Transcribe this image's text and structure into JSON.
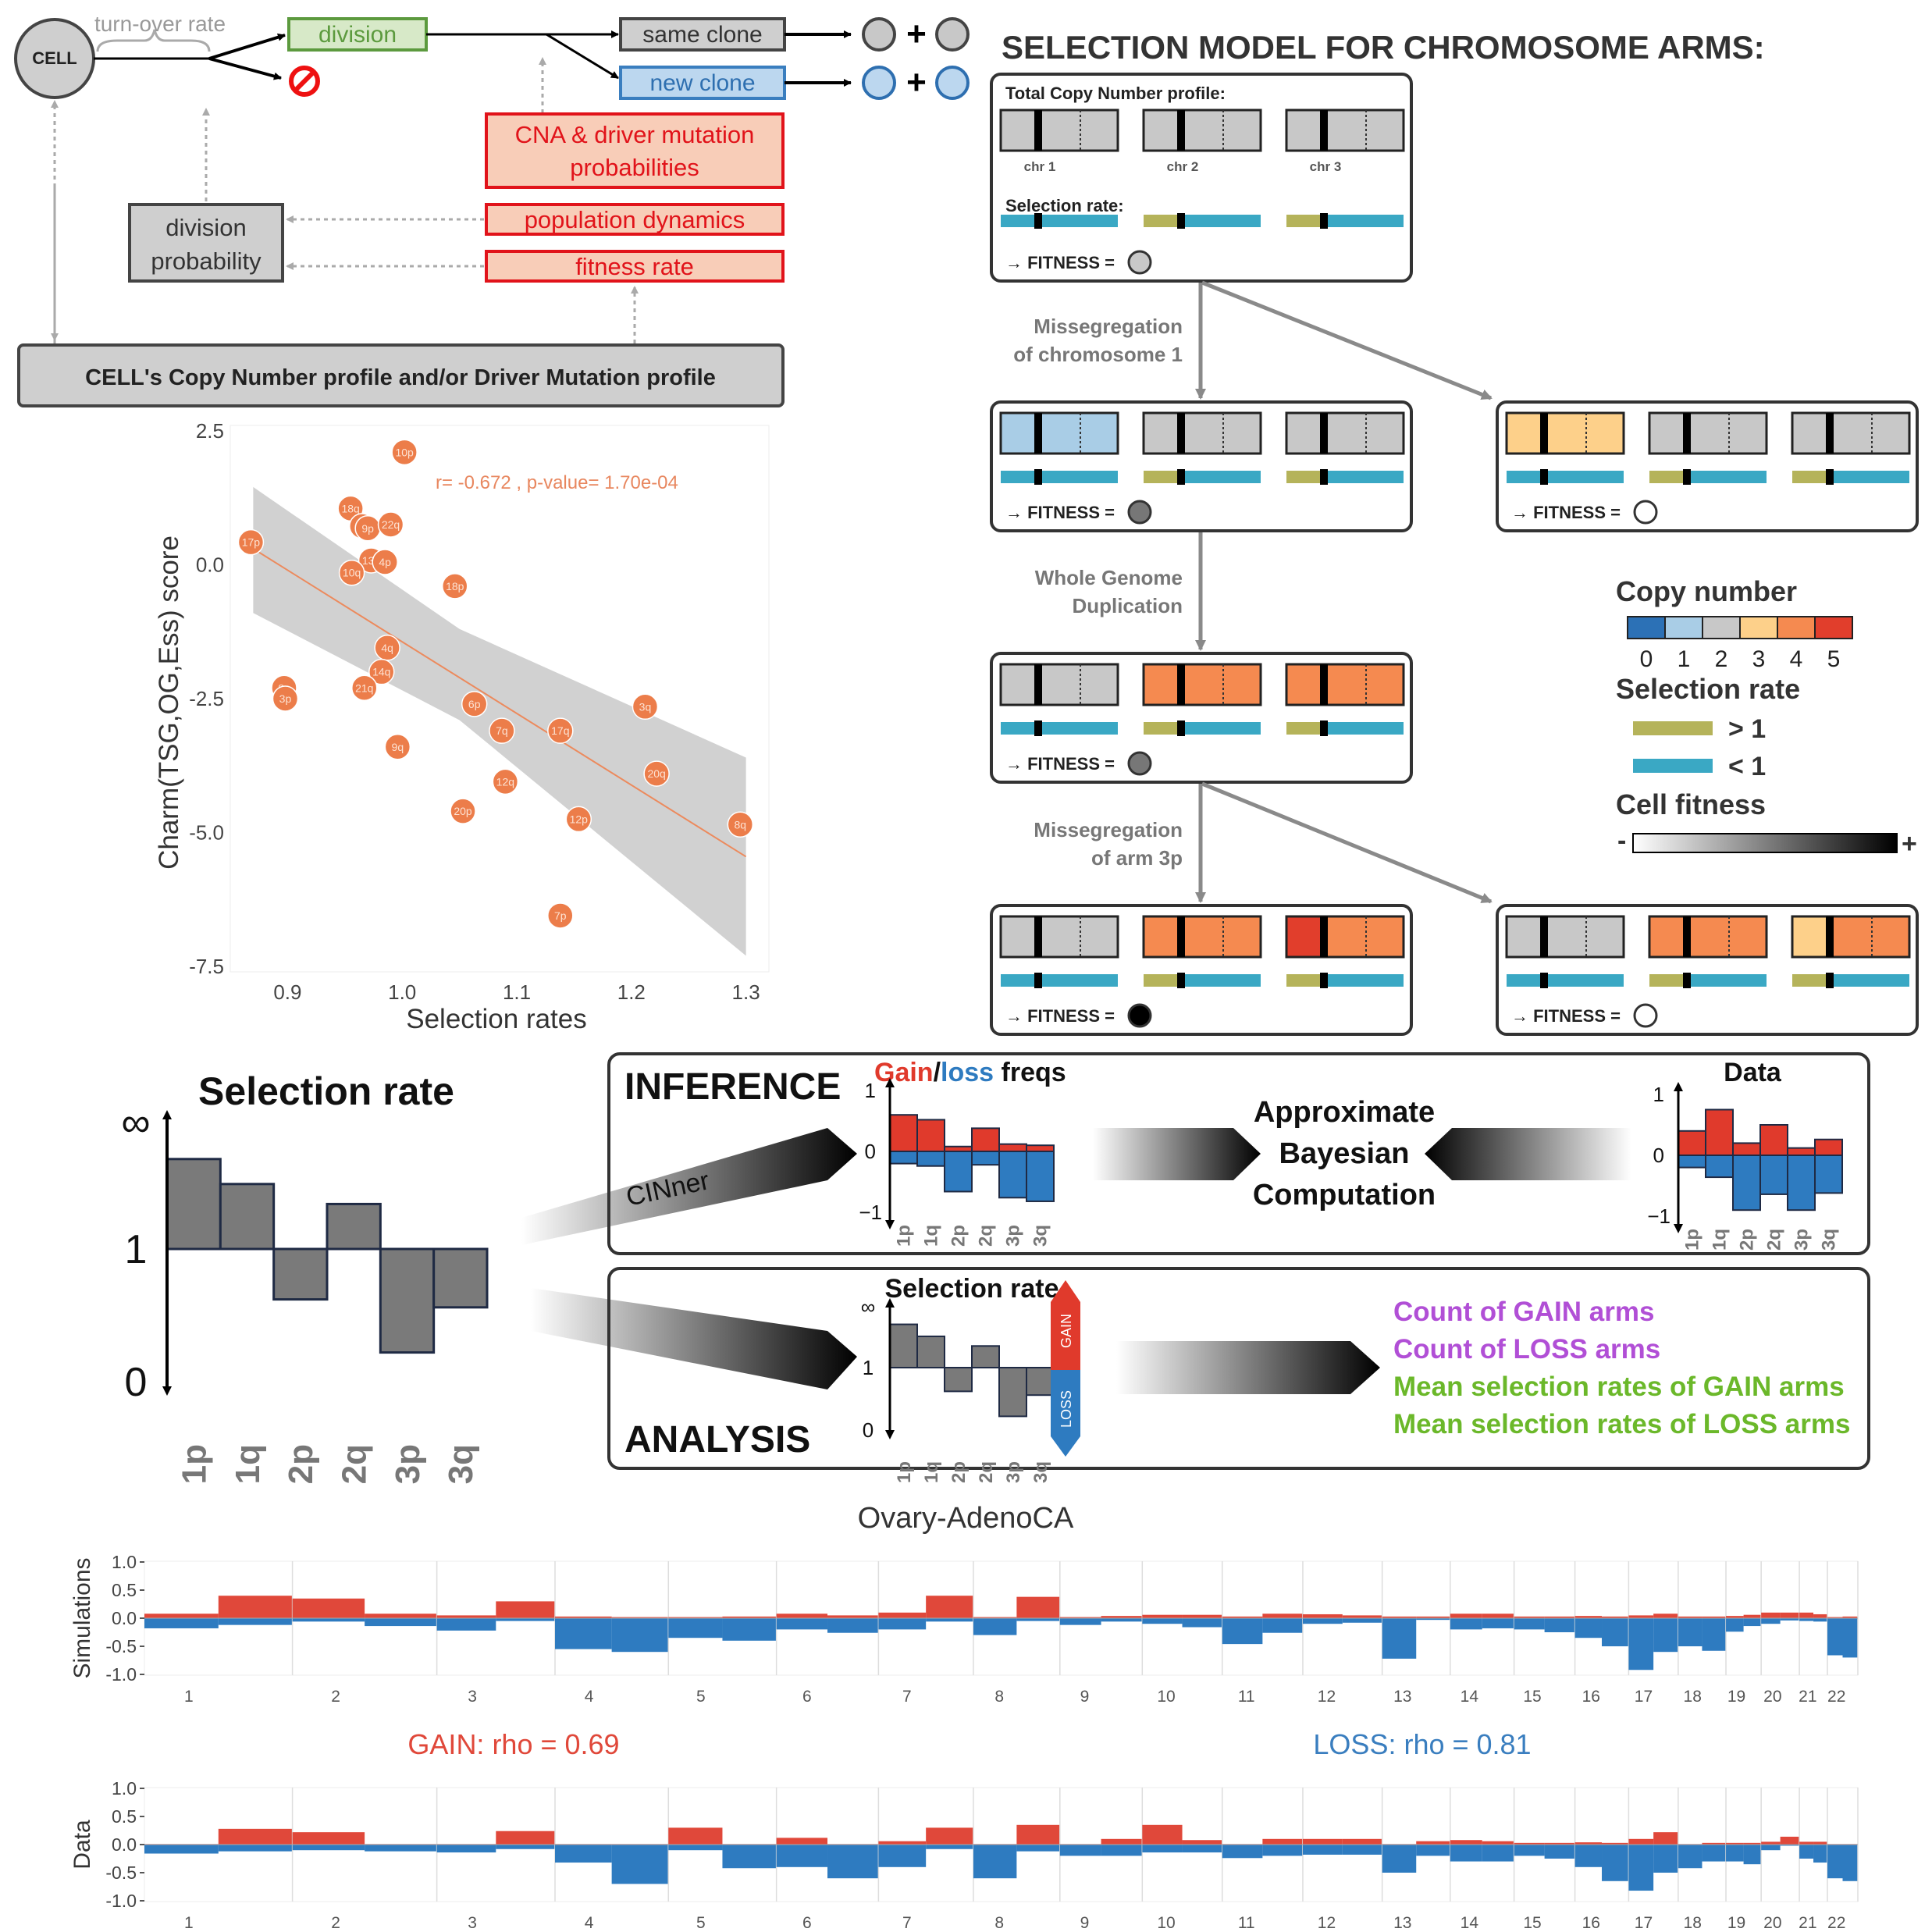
{
  "colors": {
    "red": "#e03a2c",
    "blue": "#2e7bc0",
    "gray": "#c8c8c8",
    "teal": "#3aa8c4",
    "olive": "#b5b35a",
    "green": "#6aa84f",
    "purple": "#b14fd6",
    "lime": "#6bb82a",
    "cn": [
      "#2c71b6",
      "#a9cde6",
      "#c8c8c8",
      "#fdd08a",
      "#f58a50",
      "#e13e2c"
    ]
  },
  "flow": {
    "cell": "CELL",
    "turnover": "turn-over rate",
    "division": "division",
    "same_clone": "same clone",
    "new_clone": "new clone",
    "plus": "+",
    "cna_line1": "CNA & driver mutation",
    "cna_line2": "probabilities",
    "population": "population dynamics",
    "fitness_rate": "fitness rate",
    "divprob_line1": "division",
    "divprob_line2": "probability",
    "profile": "CELL's Copy Number profile and/or Driver Mutation profile",
    "stop_icon": "no-entry-icon"
  },
  "model": {
    "title": "SELECTION MODEL FOR CHROMOSOME ARMS:",
    "total_cn": "Total Copy Number profile:",
    "chr_labels": [
      "chr 1",
      "chr 2",
      "chr 3"
    ],
    "sel_rate": "Selection rate:",
    "fitness": "→ FITNESS =",
    "step1_a": "Missegregation",
    "step1_b": "of chromosome 1",
    "step2_a": "Whole Genome",
    "step2_b": "Duplication",
    "step3_a": "Missegregation",
    "step3_b": "of arm 3p",
    "states": [
      {
        "cn": [
          [
            2,
            2
          ],
          [
            2,
            2
          ],
          [
            2,
            2
          ]
        ],
        "fitness": "mid"
      },
      {
        "cn": [
          [
            1,
            1
          ],
          [
            2,
            2
          ],
          [
            2,
            2
          ]
        ],
        "fitness": "dark"
      },
      {
        "cn": [
          [
            3,
            3
          ],
          [
            2,
            2
          ],
          [
            2,
            2
          ]
        ],
        "fitness": "white"
      },
      {
        "cn": [
          [
            2,
            2
          ],
          [
            4,
            4
          ],
          [
            4,
            4
          ]
        ],
        "fitness": "dark"
      },
      {
        "cn": [
          [
            2,
            2
          ],
          [
            4,
            4
          ],
          [
            5,
            4
          ]
        ],
        "fitness": "black"
      },
      {
        "cn": [
          [
            2,
            2
          ],
          [
            4,
            4
          ],
          [
            3,
            4
          ]
        ],
        "fitness": "white"
      }
    ]
  },
  "legend": {
    "cn_title": "Copy number",
    "cn_values": [
      "0",
      "1",
      "2",
      "3",
      "4",
      "5"
    ],
    "sel_title": "Selection rate",
    "gt": "> 1",
    "lt": "< 1",
    "fit_title": "Cell fitness",
    "minus": "-",
    "plus": "+"
  },
  "scatter": {
    "type": "scatter",
    "xlabel": "Selection rates",
    "ylabel": "Charm(TSG,OG,Ess) score",
    "annotation": "r= -0.672 , p-value= 1.70e-04",
    "x_ticks": [
      "0.9",
      "1.0",
      "1.1",
      "1.2",
      "1.3"
    ],
    "y_ticks": [
      "2.5",
      "0.0",
      "-2.5",
      "-5.0",
      "-7.5"
    ],
    "xlim": [
      0.85,
      1.32
    ],
    "ylim": [
      -7.6,
      2.6
    ],
    "points": [
      {
        "label": "10p",
        "x": 1.002,
        "y": 2.1
      },
      {
        "label": "18q",
        "x": 0.955,
        "y": 1.05
      },
      {
        "label": "6q",
        "x": 0.965,
        "y": 0.72
      },
      {
        "label": "9p",
        "x": 0.97,
        "y": 0.68
      },
      {
        "label": "22q",
        "x": 0.99,
        "y": 0.75
      },
      {
        "label": "17p",
        "x": 0.868,
        "y": 0.42
      },
      {
        "label": "13q",
        "x": 0.973,
        "y": 0.08
      },
      {
        "label": "4p",
        "x": 0.985,
        "y": 0.05
      },
      {
        "label": "10q",
        "x": 0.956,
        "y": -0.15
      },
      {
        "label": "18p",
        "x": 1.046,
        "y": -0.4
      },
      {
        "label": "4q",
        "x": 0.987,
        "y": -1.55
      },
      {
        "label": "14q",
        "x": 0.982,
        "y": -2.0
      },
      {
        "label": "21q",
        "x": 0.967,
        "y": -2.3
      },
      {
        "label": "8p",
        "x": 0.897,
        "y": -2.3
      },
      {
        "label": "3p",
        "x": 0.898,
        "y": -2.5
      },
      {
        "label": "6p",
        "x": 1.063,
        "y": -2.6
      },
      {
        "label": "7q",
        "x": 1.087,
        "y": -3.1
      },
      {
        "label": "17q",
        "x": 1.138,
        "y": -3.1
      },
      {
        "label": "3q",
        "x": 1.212,
        "y": -2.65
      },
      {
        "label": "9q",
        "x": 0.996,
        "y": -3.4
      },
      {
        "label": "12q",
        "x": 1.09,
        "y": -4.05
      },
      {
        "label": "20q",
        "x": 1.222,
        "y": -3.9
      },
      {
        "label": "20p",
        "x": 1.053,
        "y": -4.6
      },
      {
        "label": "12p",
        "x": 1.154,
        "y": -4.75
      },
      {
        "label": "8q",
        "x": 1.295,
        "y": -4.85
      },
      {
        "label": "7p",
        "x": 1.138,
        "y": -6.55
      }
    ],
    "fit": {
      "x": [
        0.87,
        1.3
      ],
      "y": [
        0.3,
        -5.45
      ]
    },
    "band_upper": [
      [
        0.87,
        1.45
      ],
      [
        1.05,
        -1.2
      ],
      [
        1.3,
        -3.6
      ]
    ],
    "band_lower": [
      [
        0.87,
        -0.9
      ],
      [
        1.05,
        -2.9
      ],
      [
        1.3,
        -7.3
      ]
    ]
  },
  "selrate": {
    "title": "Selection rate",
    "axis": [
      "∞",
      "1",
      "0"
    ],
    "categories": [
      "1p",
      "1q",
      "2p",
      "2q",
      "3p",
      "3q"
    ],
    "values": [
      1.72,
      1.52,
      0.62,
      1.36,
      0.22,
      0.56
    ]
  },
  "inference": {
    "title": "INFERENCE",
    "cinner": "CINner",
    "gain_word": "Gain",
    "slash": "/",
    "loss_word": "loss",
    "freqs_word": " freqs",
    "abc_1": "Approximate",
    "abc_2": "Bayesian",
    "abc_3": "Computation",
    "data_title": "Data",
    "axis": [
      "1",
      "0",
      "−1"
    ],
    "categories": [
      "1p",
      "1q",
      "2p",
      "2q",
      "3p",
      "3q"
    ],
    "sim_gain": [
      0.6,
      0.52,
      0.08,
      0.38,
      0.12,
      0.1
    ],
    "sim_loss": [
      -0.2,
      -0.24,
      -0.66,
      -0.22,
      -0.76,
      -0.82
    ],
    "data_gain": [
      0.4,
      0.75,
      0.2,
      0.5,
      0.12,
      0.26
    ],
    "data_loss": [
      -0.2,
      -0.36,
      -0.9,
      -0.64,
      -0.9,
      -0.62
    ]
  },
  "analysis": {
    "title": "ANALYSIS",
    "sel_title": "Selection rate",
    "axis": [
      "∞",
      "1",
      "0"
    ],
    "categories": [
      "1p",
      "1q",
      "2p",
      "2q",
      "3p",
      "3q"
    ],
    "values": [
      1.72,
      1.52,
      0.62,
      1.36,
      0.22,
      0.56
    ],
    "gain_tag": "GAIN",
    "loss_tag": "LOSS",
    "outputs": [
      {
        "text": "Count of GAIN arms",
        "color": "#b14fd6"
      },
      {
        "text": "Count of LOSS arms",
        "color": "#b14fd6"
      },
      {
        "text": "Mean selection rates of GAIN arms",
        "color": "#6bb82a"
      },
      {
        "text": "Mean selection rates of LOSS arms",
        "color": "#6bb82a"
      }
    ]
  },
  "genome": {
    "title": "Ovary-AdenoCA",
    "sim_label": "Simulations",
    "data_label": "Data",
    "gain_rho": "GAIN: rho = 0.69",
    "loss_rho": "LOSS: rho = 0.81",
    "y_ticks": [
      "1.0",
      "0.5",
      "0.0",
      "-0.5",
      "-1.0"
    ],
    "chromosomes": [
      "1",
      "2",
      "3",
      "4",
      "5",
      "6",
      "7",
      "8",
      "9",
      "10",
      "11",
      "12",
      "13",
      "14",
      "15",
      "16",
      "17",
      "18",
      "19",
      "20",
      "21",
      "22"
    ],
    "chrom_weights": [
      248,
      242,
      198,
      190,
      181,
      171,
      159,
      145,
      138,
      134,
      135,
      133,
      114,
      107,
      102,
      90,
      83,
      80,
      59,
      64,
      47,
      51
    ],
    "sim_gain": [
      [
        0.08,
        0.4
      ],
      [
        0.35,
        0.08
      ],
      [
        0.05,
        0.3
      ],
      [
        0.03,
        0.02
      ],
      [
        0.02,
        0.03
      ],
      [
        0.08,
        0.05
      ],
      [
        0.1,
        0.4
      ],
      [
        0.02,
        0.38
      ],
      [
        0.02,
        0.04
      ],
      [
        0.06,
        0.06
      ],
      [
        0.03,
        0.08
      ],
      [
        0.07,
        0.05
      ],
      [
        0.03,
        0.03
      ],
      [
        0.08,
        0.08
      ],
      [
        0.03,
        0.03
      ],
      [
        0.04,
        0.03
      ],
      [
        0.05,
        0.08
      ],
      [
        0.03,
        0.03
      ],
      [
        0.04,
        0.06
      ],
      [
        0.1,
        0.1
      ],
      [
        0.1,
        0.07
      ],
      [
        0.02,
        0.03
      ]
    ],
    "sim_loss": [
      [
        -0.18,
        -0.12
      ],
      [
        -0.06,
        -0.14
      ],
      [
        -0.22,
        -0.05
      ],
      [
        -0.55,
        -0.6
      ],
      [
        -0.35,
        -0.4
      ],
      [
        -0.2,
        -0.26
      ],
      [
        -0.2,
        -0.06
      ],
      [
        -0.3,
        -0.05
      ],
      [
        -0.12,
        -0.06
      ],
      [
        -0.1,
        -0.16
      ],
      [
        -0.46,
        -0.26
      ],
      [
        -0.1,
        -0.08
      ],
      [
        -0.72,
        -0.03
      ],
      [
        -0.2,
        -0.18
      ],
      [
        -0.2,
        -0.25
      ],
      [
        -0.35,
        -0.5
      ],
      [
        -0.92,
        -0.6
      ],
      [
        -0.5,
        -0.58
      ],
      [
        -0.24,
        -0.14
      ],
      [
        -0.1,
        -0.04
      ],
      [
        -0.05,
        -0.06
      ],
      [
        -0.66,
        -0.7
      ]
    ],
    "data_gain": [
      [
        0.01,
        0.28
      ],
      [
        0.22,
        0.01
      ],
      [
        0.01,
        0.24
      ],
      [
        0.01,
        0.01
      ],
      [
        0.3,
        0.01
      ],
      [
        0.12,
        0.01
      ],
      [
        0.06,
        0.3
      ],
      [
        0.01,
        0.35
      ],
      [
        0.01,
        0.1
      ],
      [
        0.35,
        0.08
      ],
      [
        0.01,
        0.1
      ],
      [
        0.1,
        0.1
      ],
      [
        0.01,
        0.06
      ],
      [
        0.08,
        0.06
      ],
      [
        0.03,
        0.03
      ],
      [
        0.04,
        0.03
      ],
      [
        0.1,
        0.22
      ],
      [
        0.01,
        0.03
      ],
      [
        0.03,
        0.03
      ],
      [
        0.05,
        0.14
      ],
      [
        0.05,
        0.05
      ],
      [
        0.01,
        0.01
      ]
    ],
    "data_loss": [
      [
        -0.16,
        -0.12
      ],
      [
        -0.1,
        -0.12
      ],
      [
        -0.14,
        -0.08
      ],
      [
        -0.32,
        -0.7
      ],
      [
        -0.1,
        -0.42
      ],
      [
        -0.4,
        -0.6
      ],
      [
        -0.4,
        -0.08
      ],
      [
        -0.6,
        -0.12
      ],
      [
        -0.2,
        -0.2
      ],
      [
        -0.14,
        -0.14
      ],
      [
        -0.24,
        -0.2
      ],
      [
        -0.18,
        -0.18
      ],
      [
        -0.5,
        -0.2
      ],
      [
        -0.3,
        -0.3
      ],
      [
        -0.2,
        -0.25
      ],
      [
        -0.4,
        -0.65
      ],
      [
        -0.82,
        -0.5
      ],
      [
        -0.42,
        -0.3
      ],
      [
        -0.3,
        -0.35
      ],
      [
        -0.1,
        -0.02
      ],
      [
        -0.25,
        -0.32
      ],
      [
        -0.6,
        -0.65
      ]
    ]
  }
}
